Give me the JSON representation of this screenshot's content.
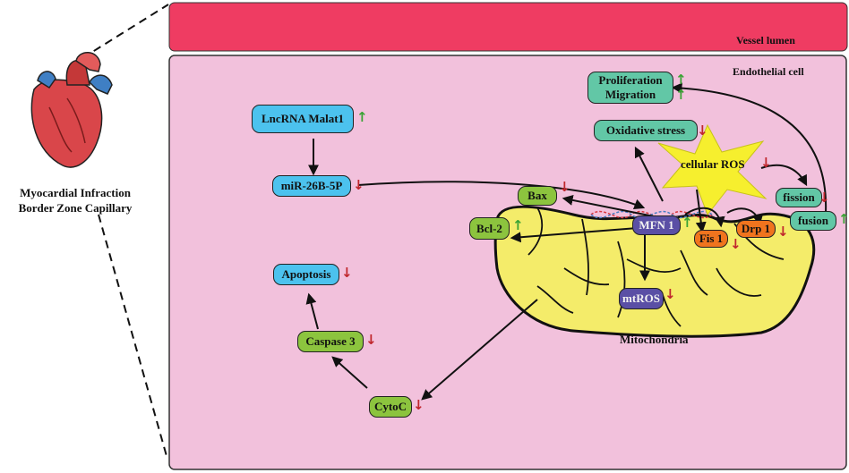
{
  "tissue_label": [
    "Myocardial Infraction",
    "Border Zone Capillary"
  ],
  "vessel_label": "Vessel lumen",
  "cell_label": "Endothelial cell",
  "mito_label": "Mitochondria",
  "nodes": {
    "lncrna": "LncRNA Malat1",
    "mir": "miR-26B-5P",
    "apoptosis": "Apoptosis",
    "caspase": "Caspase 3",
    "cytoc": "CytoC",
    "bax": "Bax",
    "bcl2": "Bcl-2",
    "mfn1": "MFN 1",
    "mtros": "mtROS",
    "fis1": "Fis 1",
    "drp1": "Drp 1",
    "prolif": [
      "Proliferation",
      "Migration"
    ],
    "oxidative": "Oxidative stress",
    "ros": "cellular ROS",
    "fission": "fission",
    "fusion": "fusion"
  },
  "arrows": {
    "up": "↑",
    "down": "↓"
  },
  "colors": {
    "vessel": "#ef3c62",
    "cell": "#f2c1dc",
    "mitochondria": "#f4ec6a",
    "star": "#f6ef2e"
  }
}
